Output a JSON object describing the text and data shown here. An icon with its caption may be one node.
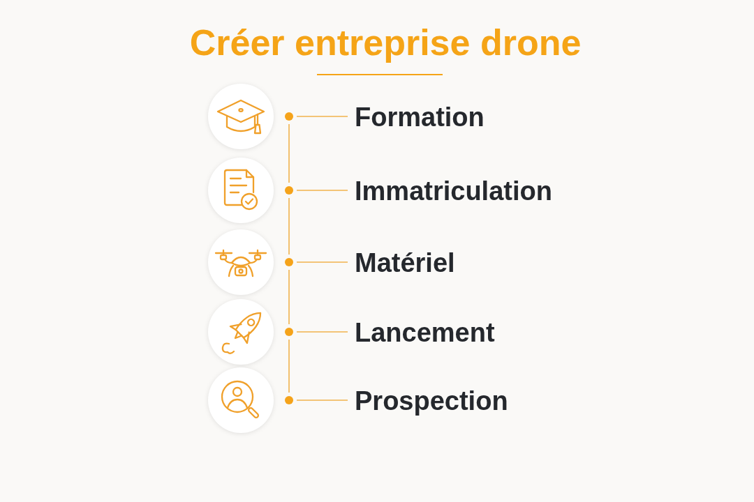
{
  "diagram": {
    "title": "Créer entreprise drone",
    "nodes": [
      {
        "text": [],
        "shape": "circle"
      },
      {
        "text": [
          "Formation"
        ]
      },
      {
        "text": [],
        "shape": "circle"
      },
      {
        "text": [
          "Immatriculation"
        ]
      },
      {
        "text": [],
        "shape": "circle"
      },
      {
        "text": [
          "Matériel"
        ]
      },
      {
        "text": [],
        "shape": "circle"
      },
      {
        "text": [
          "Lancement"
        ]
      },
      {
        "text": [],
        "shape": "circle"
      },
      {
        "text": [
          "Prospection"
        ]
      }
    ],
    "edges": [
      {
        "from": 0,
        "to": 1,
        "arrow": "none"
      },
      {
        "from": 0,
        "to": 2,
        "arrow": "none"
      },
      {
        "from": 2,
        "to": 3,
        "arrow": "none"
      },
      {
        "from": 2,
        "to": 4,
        "arrow": "none"
      },
      {
        "from": 4,
        "to": 5,
        "arrow": "none"
      },
      {
        "from": 4,
        "to": 6,
        "arrow": "none"
      },
      {
        "from": 6,
        "to": 7,
        "arrow": "none"
      },
      {
        "from": 6,
        "to": 8,
        "arrow": "none"
      },
      {
        "from": 8,
        "to": 9,
        "arrow": "none"
      }
    ]
  }
}
